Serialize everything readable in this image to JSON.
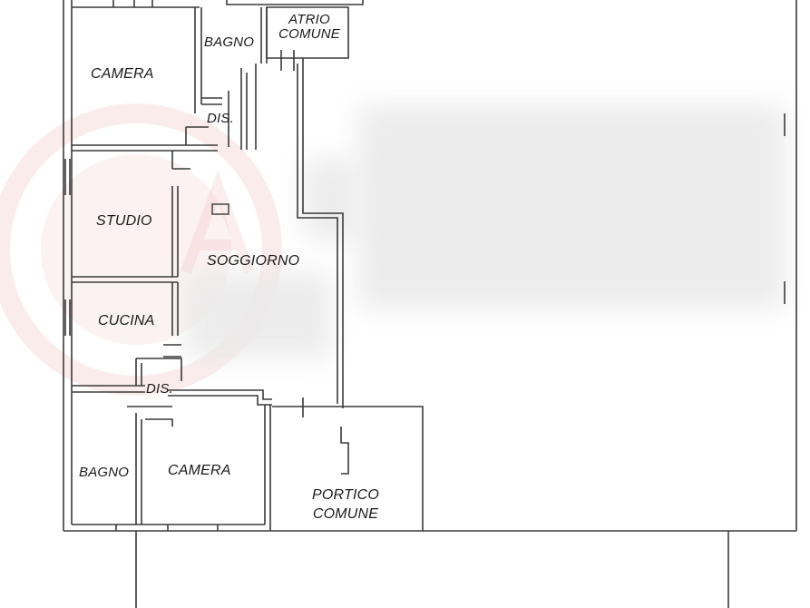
{
  "rooms": {
    "camera_top": "CAMERA",
    "bagno_top": "BAGNO",
    "atrio_line1": "ATRIO",
    "atrio_line2": "COMUNE",
    "dis_top": "DIS.",
    "studio": "STUDIO",
    "soggiorno": "SOGGIORNO",
    "cucina": "CUCINA",
    "dis_bottom": "DIS.",
    "bagno_bottom": "BAGNO",
    "camera_bottom": "CAMERA",
    "portico_line1": "PORTICO",
    "portico_line2": "COMUNE"
  },
  "colors": {
    "wall": "#3a3a3a",
    "watermark": "#d94040"
  },
  "watermark_icon": "agency-logo-watermark"
}
